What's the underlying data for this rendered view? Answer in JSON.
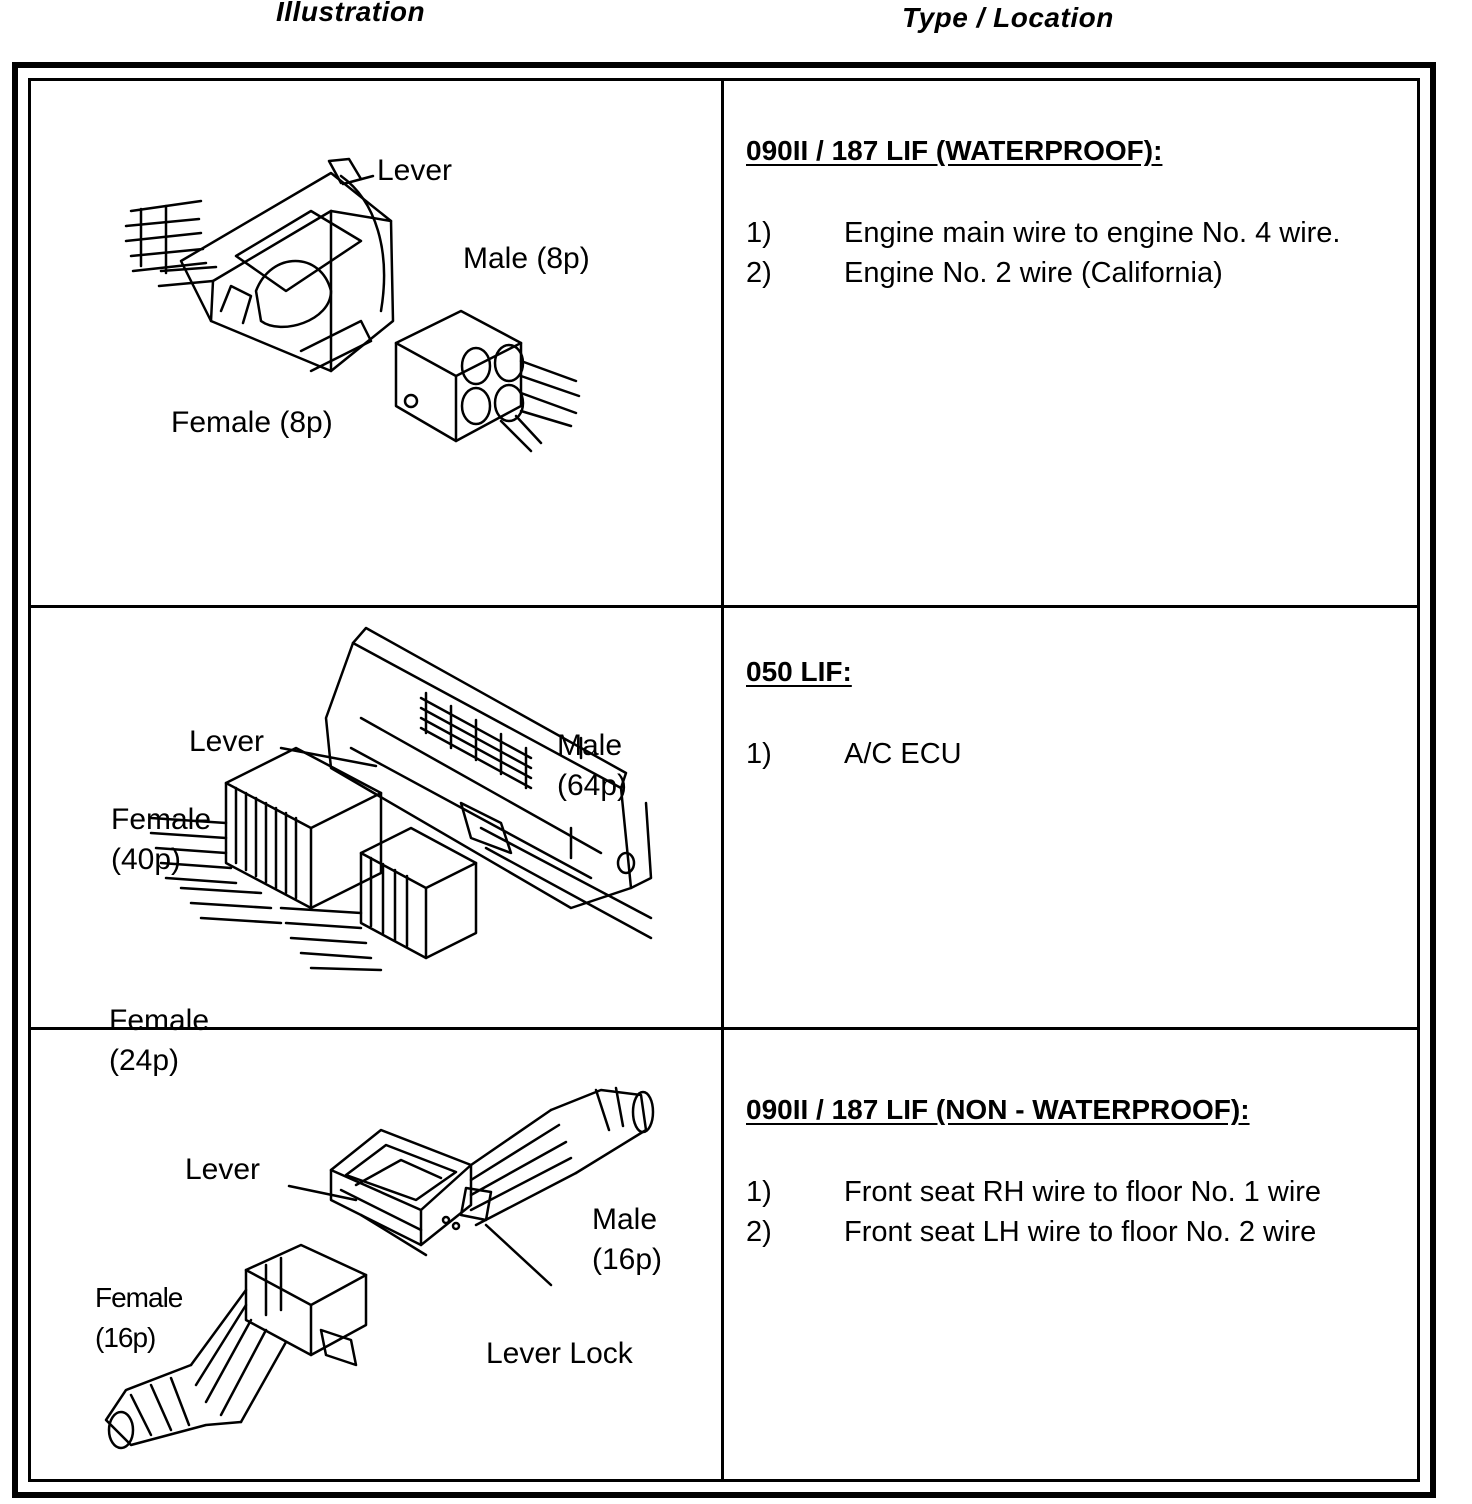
{
  "header": {
    "illustration": "Illustration",
    "type_location": "Type / Location"
  },
  "rows": [
    {
      "labels": {
        "lever": "Lever",
        "male": "Male (8p)",
        "female": "Female (8p)"
      },
      "title": "090II / 187 LIF (WATERPROOF):",
      "items": [
        {
          "num": "1)",
          "text": "Engine main wire to engine No. 4 wire."
        },
        {
          "num": "2)",
          "text": "Engine No. 2 wire (California)"
        }
      ]
    },
    {
      "labels": {
        "lever": "Lever",
        "male": "Male\n(64p)",
        "female40": "Female\n(40p)",
        "female24": "Female\n(24p)"
      },
      "title": "050 LIF:",
      "items": [
        {
          "num": "1)",
          "text": "A/C ECU"
        }
      ]
    },
    {
      "labels": {
        "lever": "Lever",
        "male": "Male\n(16p)",
        "female": "Female\n(16p)",
        "lever_lock": "Lever Lock"
      },
      "title": "090II / 187 LIF (NON - WATERPROOF):",
      "items": [
        {
          "num": "1)",
          "text": "Front seat RH wire to floor No. 1 wire"
        },
        {
          "num": "2)",
          "text": "Front seat LH wire to floor No. 2 wire"
        }
      ]
    }
  ]
}
